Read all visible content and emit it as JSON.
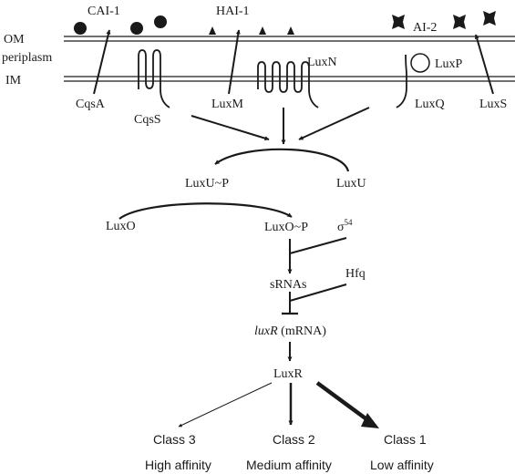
{
  "membrane": {
    "om": "OM",
    "periplasm": "periplasm",
    "im": "IM"
  },
  "signals": {
    "cai1": "CAI-1",
    "hai1": "HAI-1",
    "ai2": "AI-2"
  },
  "proteins": {
    "cqsA": "CqsA",
    "cqsS": "CqsS",
    "luxM": "LuxM",
    "luxN": "LuxN",
    "luxP": "LuxP",
    "luxQ": "LuxQ",
    "luxS": "LuxS"
  },
  "pathway": {
    "luxUP": "LuxU~P",
    "luxU": "LuxU",
    "luxO": "LuxO",
    "luxOP": "LuxO~P",
    "sigma": "σ",
    "sigma_sup": "54",
    "srnas": "sRNAs",
    "hfq": "Hfq",
    "luxR_mrna_italic": "luxR",
    "luxR_mrna_rest": " (mRNA)",
    "luxR": "LuxR"
  },
  "classes": [
    {
      "name": "Class 3",
      "affinity": "High affinity"
    },
    {
      "name": "Class 2",
      "affinity": "Medium affinity"
    },
    {
      "name": "Class 1",
      "affinity": "Low affinity"
    }
  ],
  "colors": {
    "ink": "#1a1a1a",
    "background": "#ffffff"
  }
}
